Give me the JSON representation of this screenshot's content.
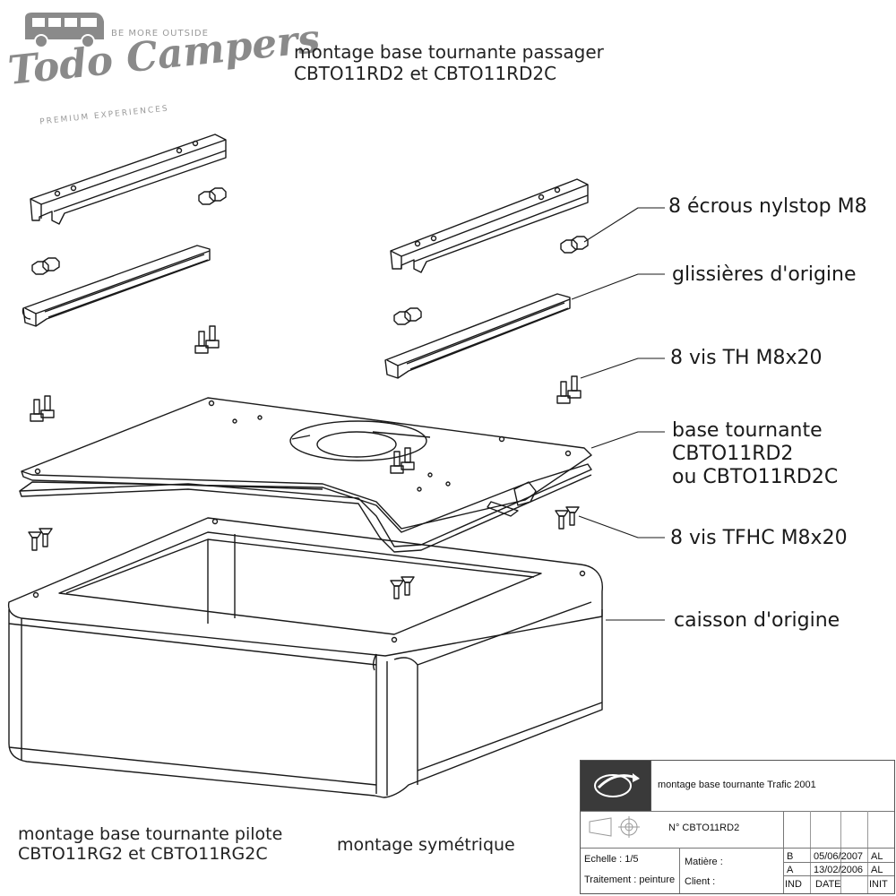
{
  "logo": {
    "slogan": "BE MORE OUTSIDE",
    "name": "Todo Campers",
    "subtitle": "PREMIUM EXPERIENCES",
    "icon": "campervan-icon"
  },
  "title": {
    "line1": "montage base tournante passager",
    "line2": "CBTO11RD2 et CBTO11RD2C"
  },
  "labels": {
    "nuts": "8 écrous nylstop M8",
    "rails": "glissières d'origine",
    "screws_th": "8 vis TH M8x20",
    "base_line1": "base tournante",
    "base_line2": "CBTO11RD2",
    "base_line3": "ou CBTO11RD2C",
    "screws_tfhc": "8 vis TFHC M8x20",
    "box": "caisson d'origine"
  },
  "bottom": {
    "pilot_line1": "montage base tournante pilote",
    "pilot_line2": "CBTO11RG2 et CBTO11RG2C",
    "symmetric": "montage symétrique"
  },
  "title_block": {
    "drawing_title": "montage base tournante Trafic 2001",
    "number": "N° CBTO11RD2",
    "scale": "Echelle : 1/5",
    "material": "Matière :",
    "treatment": "Traitement : peinture",
    "client": "Client :",
    "revisions": [
      {
        "ind": "B",
        "date": "05/06/2007",
        "init": "AL"
      },
      {
        "ind": "A",
        "date": "13/02/2006",
        "init": "AL"
      }
    ],
    "header_ind": "IND",
    "header_date": "DATE",
    "header_init": "INIT"
  },
  "colors": {
    "line": "#1a1a1a",
    "logo_gray": "#8a8a8a",
    "title_block_dark": "#3a3a3a"
  }
}
